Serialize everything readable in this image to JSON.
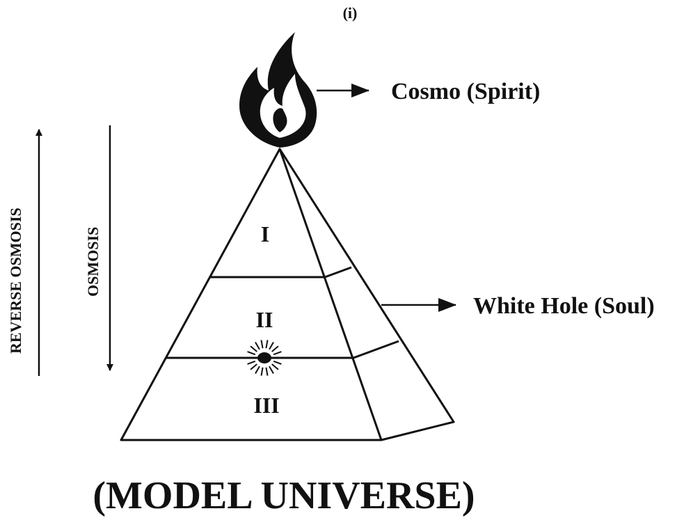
{
  "panel_label": "(i)",
  "labels": {
    "spirit": "Cosmo (Spirit)",
    "soul": "White Hole (Soul)"
  },
  "side_labels": {
    "reverse": "REVERSE OSMOSIS",
    "osmosis": "OSMOSIS"
  },
  "levels": [
    "I",
    "II",
    "III"
  ],
  "caption": "(MODEL UNIVERSE)",
  "colors": {
    "ink": "#111111",
    "roman": "#333333",
    "background": "#ffffff"
  },
  "icons": {
    "apex": "flame-icon",
    "center": "radiant-eye-icon"
  }
}
